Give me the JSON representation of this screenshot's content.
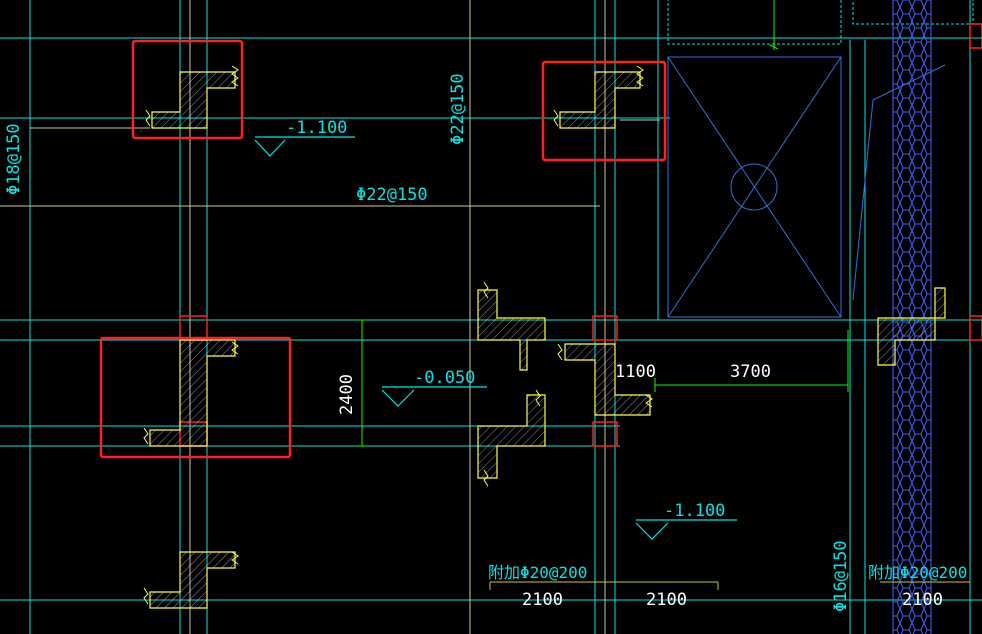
{
  "drawing": {
    "background": "#000000",
    "colors": {
      "axis": "#00e5e5",
      "beam": "#c8c8a0",
      "wall": "#ffff40",
      "dim": "#00ff00",
      "text": "#00e5e5",
      "highlight": "#ff2020",
      "blueline": "#4060ff",
      "column": "#ff2020"
    },
    "texts": {
      "elev_1": "-1.100",
      "elev_2": "-0.050",
      "elev_3": "-1.100",
      "rebar_left": "Φ18@150",
      "rebar_mid_h": "Φ22@150",
      "rebar_mid_v": "Φ22@150",
      "rebar_bottom_left": "附加Φ20@200",
      "rebar_bottom_right": "附加Φ20@200",
      "rebar_bottom_v": "Φ16@150",
      "dim_2400": "2400",
      "dim_1100": "1100",
      "dim_3700": "3700",
      "dim_2100_a": "2100",
      "dim_2100_b": "2100",
      "dim_2100_c": "2100"
    }
  }
}
